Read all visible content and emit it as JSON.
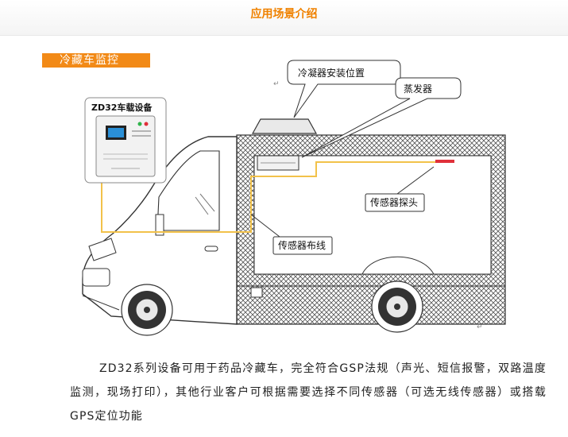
{
  "header": {
    "title": "应用场景介绍"
  },
  "section": {
    "label": "冷藏车监控"
  },
  "diagram": {
    "device_label": "ZD32车载设备",
    "condenser_label": "冷凝器安装位置",
    "evaporator_label": "蒸发器",
    "sensor_probe_label": "传感器探头",
    "sensor_wiring_label": "传感器布线",
    "return_mark": "↵"
  },
  "description": {
    "text": "ZD32系列设备可用于药品冷藏车，完全符合GSP法规（声光、短信报警，双路温度监测，现场打印），其他行业客户可根据需要选择不同传感器（可选无线传感器）或搭载GPS定位功能"
  },
  "colors": {
    "accent": "#f28a17",
    "title": "#f08200",
    "wire": "#f2c24a",
    "probe": "#e0303a"
  }
}
